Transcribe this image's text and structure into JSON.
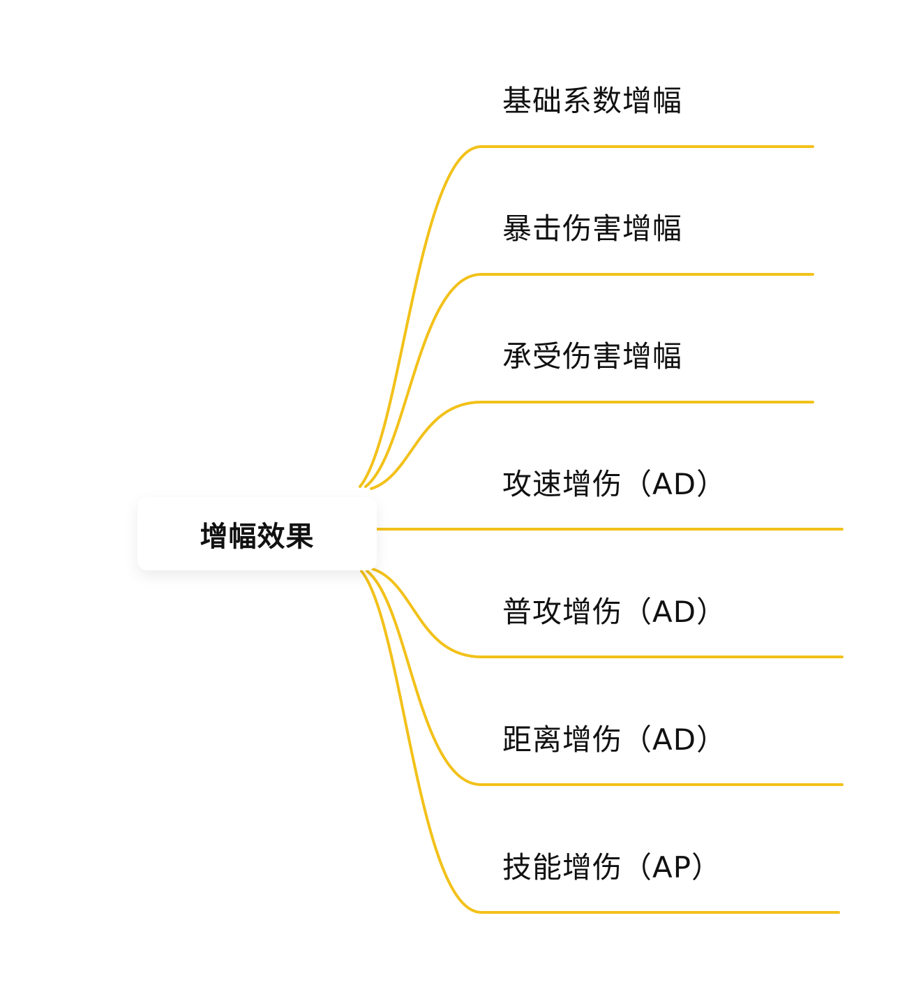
{
  "root": {
    "label": "增幅效果"
  },
  "branch_color": "#F2C11A",
  "branches": [
    {
      "label": "基础系数增幅"
    },
    {
      "label": "暴击伤害增幅"
    },
    {
      "label": "承受伤害增幅"
    },
    {
      "label": "攻速增伤（AD）"
    },
    {
      "label": "普攻增伤（AD）"
    },
    {
      "label": "距离增伤（AD）"
    },
    {
      "label": "技能增伤（AP）"
    }
  ]
}
